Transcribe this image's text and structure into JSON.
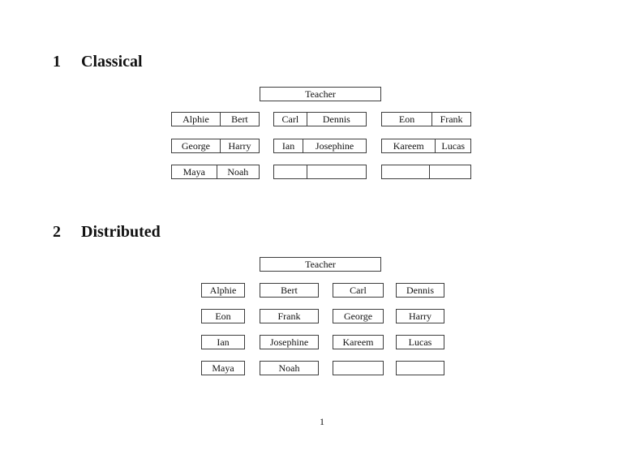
{
  "page_number": "1",
  "colors": {
    "background": "#ffffff",
    "border": "#3d3d3d",
    "text": "#111111"
  },
  "classical": {
    "heading_number": "1",
    "heading_title": "Classical",
    "teacher_label": "Teacher",
    "rows": [
      [
        {
          "seats": [
            "Alphie",
            "Bert"
          ]
        },
        {
          "seats": [
            "Carl",
            "Dennis"
          ]
        },
        {
          "seats": [
            "Eon",
            "Frank"
          ]
        }
      ],
      [
        {
          "seats": [
            "George",
            "Harry"
          ]
        },
        {
          "seats": [
            "Ian",
            "Josephine"
          ]
        },
        {
          "seats": [
            "Kareem",
            "Lucas"
          ]
        }
      ],
      [
        {
          "seats": [
            "Maya",
            "Noah"
          ]
        },
        {
          "seats": [
            "",
            ""
          ]
        },
        {
          "seats": [
            "",
            ""
          ]
        }
      ]
    ]
  },
  "distributed": {
    "heading_number": "2",
    "heading_title": "Distributed",
    "teacher_label": "Teacher",
    "rows": [
      [
        "Alphie",
        "Bert",
        "Carl",
        "Dennis"
      ],
      [
        "Eon",
        "Frank",
        "George",
        "Harry"
      ],
      [
        "Ian",
        "Josephine",
        "Kareem",
        "Lucas"
      ],
      [
        "Maya",
        "Noah",
        "",
        ""
      ]
    ]
  }
}
